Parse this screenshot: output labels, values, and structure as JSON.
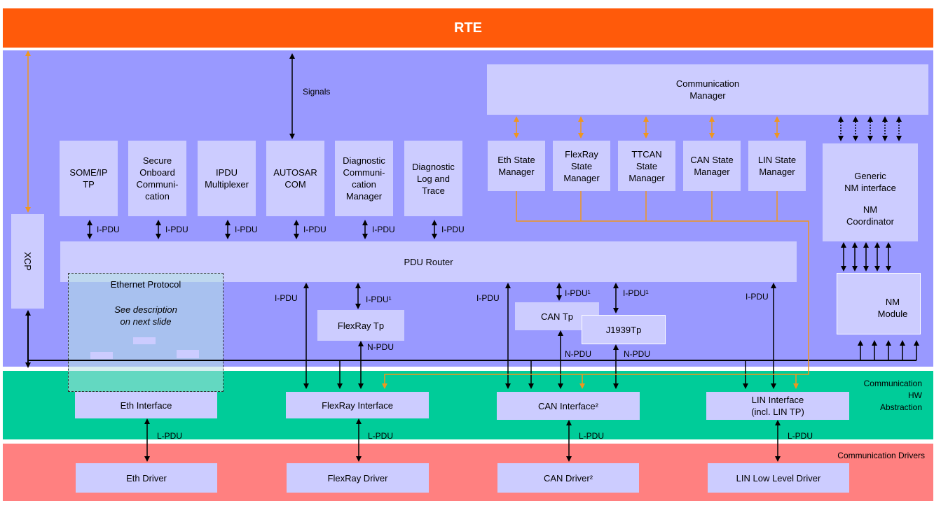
{
  "rte": {
    "title": "RTE"
  },
  "layers": {
    "hw_abstraction": "Communication\nHW\nAbstraction",
    "drivers": "Communication Drivers"
  },
  "services": {
    "xcp": "XCP",
    "signals": "Signals",
    "com_manager": "Communication\nManager",
    "someip_tp": "SOME/IP\nTP",
    "secoc": "Secure\nOnboard\nCommuni-\ncation",
    "ipdu_mux": "IPDU\nMultiplexer",
    "autosar_com": "AUTOSAR\nCOM",
    "dcm": "Diagnostic\nCommuni-\ncation\nManager",
    "dlt": "Diagnostic\nLog and\nTrace",
    "eth_sm": "Eth State\nManager",
    "fr_sm": "FlexRay\nState\nManager",
    "ttcan_sm": "TTCAN\nState\nManager",
    "can_sm": "CAN State\nManager",
    "lin_sm": "LIN State\nManager",
    "generic_nm": "Generic\nNM interface",
    "nm_coordinator": "NM\nCoordinator",
    "pdu_router": "PDU Router",
    "nm_module": "NM\nModule",
    "ethernet_protocol": "Ethernet Protocol",
    "ethernet_note": "See description\non next slide",
    "flexray_tp": "FlexRay Tp",
    "can_tp": "CAN Tp",
    "j1939_tp": "J1939Tp"
  },
  "pdu_labels": {
    "ipdu": "I-PDU",
    "ipdu1": "I-PDU¹",
    "npdu": "N-PDU",
    "lpdu": "L-PDU"
  },
  "hw_abstraction": {
    "eth_if": "Eth Interface",
    "fr_if": "FlexRay Interface",
    "can_if": "CAN Interface²",
    "lin_if": "LIN Interface\n(incl. LIN TP)"
  },
  "drivers": {
    "eth_drv": "Eth Driver",
    "fr_drv": "FlexRay Driver",
    "can_drv": "CAN Driver²",
    "lin_drv": "LIN Low Level Driver"
  },
  "colors": {
    "rte": "#ff5a0a",
    "services": "#9999ff",
    "hw_abstraction": "#00cc99",
    "drivers": "#ff8080",
    "box": "#ccccff",
    "orange_arrow": "#f0961e"
  }
}
